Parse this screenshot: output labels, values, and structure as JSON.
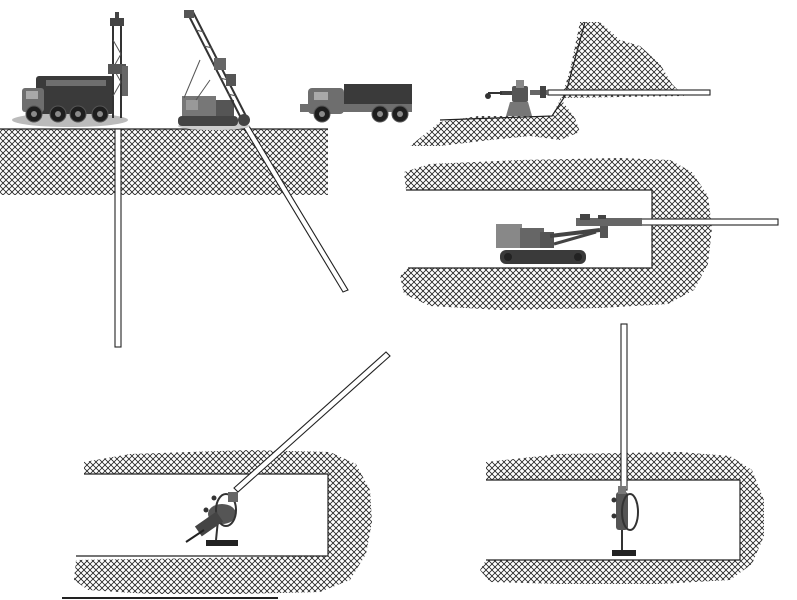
{
  "scene": {
    "surface_rigs": [
      "truck-mounted-drill-rig",
      "crawler-drill-rig-inclined-mast",
      "cargo-truck"
    ],
    "colors": {
      "rock_hatch": "#222222",
      "equipment": "#555555",
      "background": "#ffffff"
    }
  }
}
